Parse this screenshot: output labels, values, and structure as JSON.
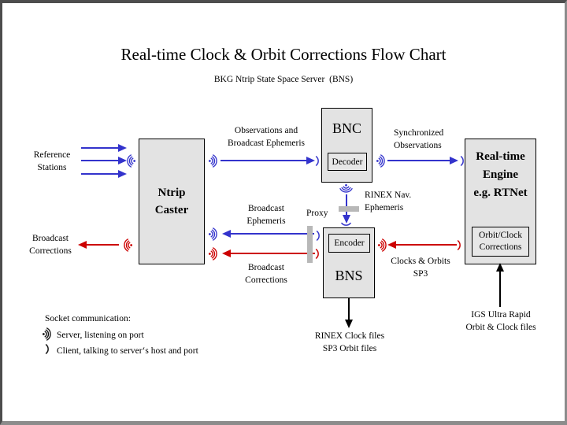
{
  "page": {
    "title": "Real-time Clock & Orbit Corrections Flow Chart",
    "subtitle": "BKG Ntrip State Space Server  (BNS)"
  },
  "boxes": {
    "ntrip_caster": "Ntrip\nCaster",
    "bnc": "BNC",
    "decoder": "Decoder",
    "bns": "BNS",
    "encoder": "Encoder",
    "rt_engine": "Real-time\nEngine\ne.g. RTNet",
    "orbit_clock": "Orbit/Clock\nCorrections"
  },
  "labels": {
    "reference_stations": "Reference\nStations",
    "broadcast_corrections_left": "Broadcast\nCorrections",
    "observations_broadcast_ephemeris": "Observations and\nBroadcast Ephemeris",
    "synchronized_observations": "Synchronized\nObservations",
    "broadcast_ephemeris": "Broadcast\nEphemeris",
    "broadcast_corrections_mid": "Broadcast\nCorrections",
    "proxy": "Proxy",
    "rinex_nav_ephemeris": "RINEX Nav.\nEphemeris",
    "clocks_orbits_sp3": "Clocks & Orbits\nSP3",
    "rinex_clock_files": "RINEX Clock files\nSP3 Orbit files",
    "igs_ultra_rapid": "IGS Ultra Rapid\nOrbit & Clock files"
  },
  "legend": {
    "heading": "Socket communication:",
    "server": "Server, listening on port",
    "client": "Client, talking to server‘s host and port"
  },
  "icons": {
    "server": "socket-server-listening",
    "client": "socket-client"
  },
  "colors": {
    "blue": "#3333cc",
    "red": "#cc0000",
    "black": "#000000",
    "box_fill": "#e3e3e3",
    "proxy_bar": "#b8b8b8"
  }
}
